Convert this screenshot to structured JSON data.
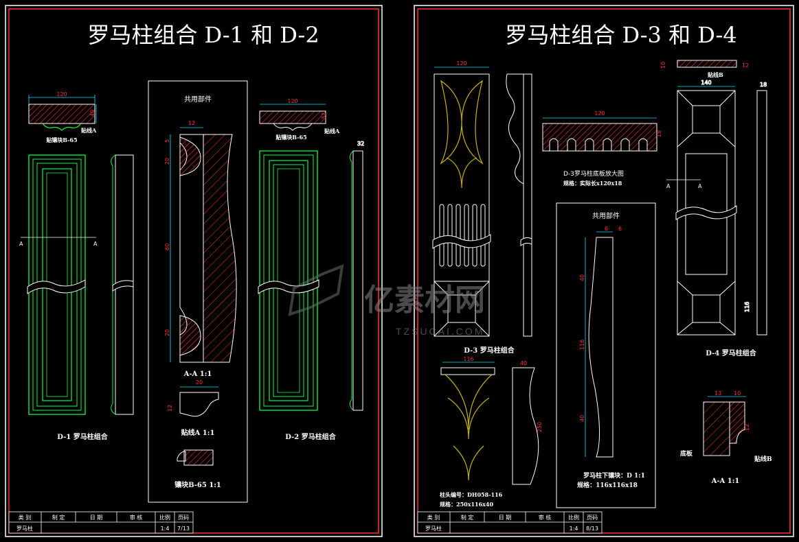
{
  "left_sheet": {
    "title": "罗马柱组合 D-1 和 D-2",
    "common_parts": "共用部件",
    "section_aa": "A-A   1:1",
    "molding_a": "贴线A   1:1",
    "molding_b65": "镶块B-65   1:1",
    "label_d1": "D-1  罗马柱组合",
    "label_d2": "D-2  罗马柱组合",
    "tag_b65_left": "贴镶块B-65",
    "tag_a_left": "贴线A",
    "tag_b65_right": "贴镶块B-65",
    "tag_a_right": "贴线A",
    "section_mark": "A",
    "dims": {
      "w120a": "120",
      "h40a": "40",
      "w120b": "120",
      "h32b": "32",
      "d32": "32",
      "d12": "12",
      "d20": "20",
      "d60": "60",
      "d5": "5",
      "d20b": "20",
      "d12b": "12"
    },
    "titleblock": {
      "h1": "类  别",
      "h2": "制  定",
      "h3": "日  期",
      "h4": "审  核",
      "h5": "比例",
      "h6": "页码",
      "name": "罗马柱",
      "scale": "1:4",
      "page": "7/13"
    }
  },
  "right_sheet": {
    "title": "罗马柱组合 D-3 和 D-4",
    "common_parts": "共用部件",
    "label_d3": "D-3  罗马柱组合",
    "label_d4": "D-4  罗马柱组合",
    "base_enlarge": "D-3罗马柱底板放大图",
    "base_spec": "规格：实际长x120x18",
    "capital_no": "柱头编号：DH058-116",
    "capital_spec": "规格：250x116x40",
    "block_d": "罗马柱下镶块：D    1:1",
    "block_spec": "规格：116x116x18",
    "molding_b": "贴线B",
    "bottom_panel": "底板",
    "molding_b2": "贴线B",
    "section_aa": "A-A     1:1",
    "section_mark": "A",
    "dims": {
      "w120a": "120",
      "w120b": "120",
      "h18": "18",
      "w116": "116",
      "h40": "40",
      "h250": "250",
      "w140": "140",
      "h116": "116",
      "d12": "12",
      "d18": "18",
      "d13": "13",
      "d10": "10",
      "d40a": "40",
      "d116": "116",
      "d40b": "40",
      "d6a": "6",
      "d6b": "6"
    },
    "titleblock": {
      "h1": "类  别",
      "h2": "制  定",
      "h3": "日  期",
      "h4": "审  核",
      "h5": "比例",
      "h6": "页码",
      "name": "罗马柱",
      "scale": "1:4",
      "page": "8/13"
    }
  },
  "watermark": {
    "brand": "亿素材网",
    "url": "TZSUCAI.COM"
  },
  "colors": {
    "background": "#000000",
    "frame_outer": "#ffffff",
    "frame_inner": "#ff3030",
    "column_green": "#00ff3c",
    "dimension": "#00e5ff",
    "hatch": "#ff3030",
    "carving": "#c8b400"
  }
}
